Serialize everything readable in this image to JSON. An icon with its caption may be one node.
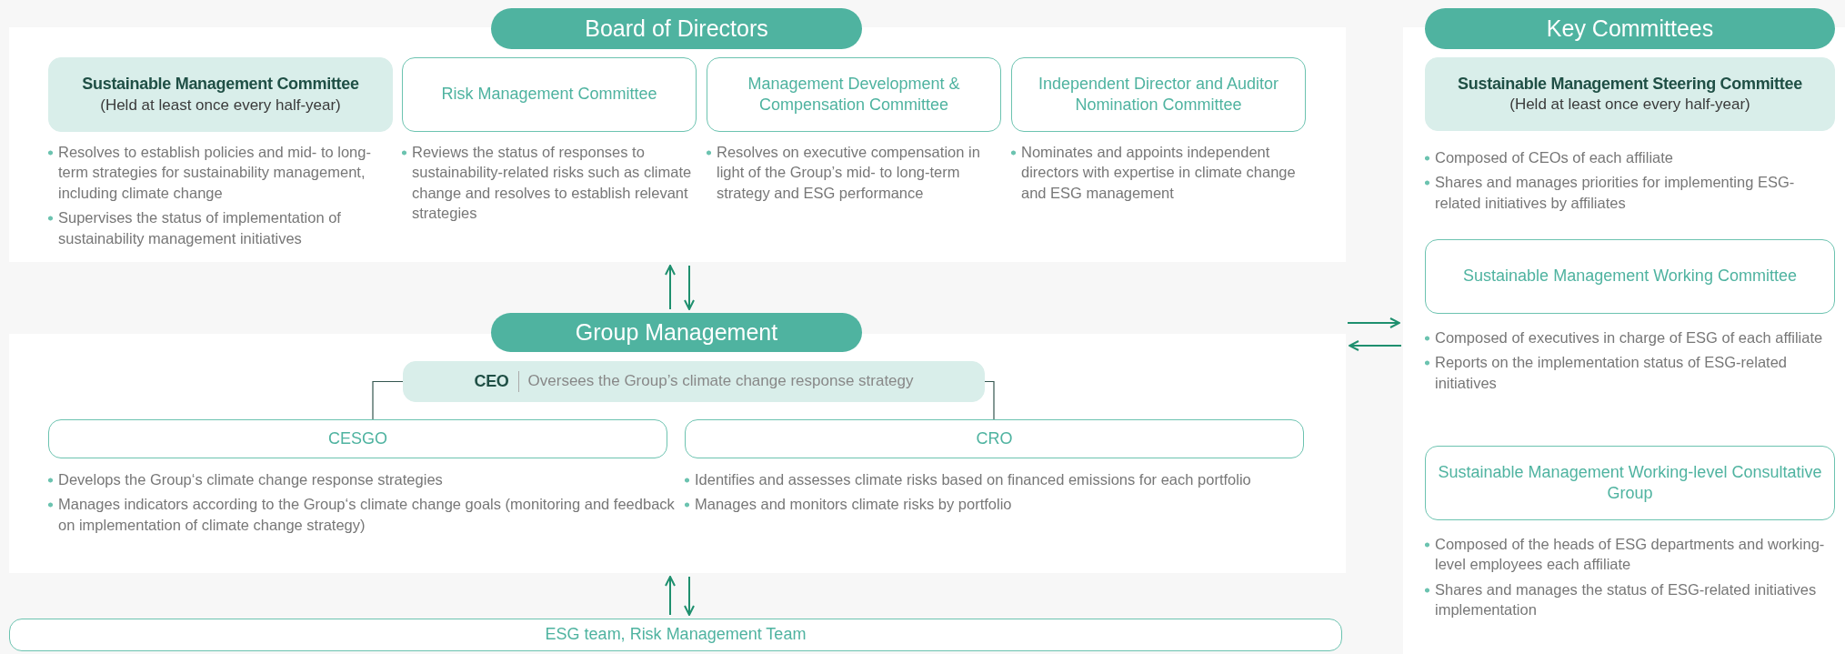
{
  "diagram": {
    "nodes": [
      {
        "text": [
          "Board of Directors"
        ]
      },
      {
        "text": [
          "Sustainable Management Committee",
          "(Held at least once every half-year)"
        ],
        "in": 0,
        "beside": [
          "Resolves to establish policies and mid- to long-term strategies for sustainability management, including climate change",
          "Supervises the status of implementation of sustainability management initiatives"
        ]
      },
      {
        "text": [
          "Risk Management Committee"
        ],
        "in": 0,
        "beside": [
          "Reviews the status of responses to sustainability-related risks such as climate change and resolves to establish relevant strategies"
        ]
      },
      {
        "text": [
          "Management Development & Compensation Committee"
        ],
        "in": 0,
        "beside": [
          "Resolves on executive compensation in light of the Group’s mid- to long-term strategy and ESG performance"
        ]
      },
      {
        "text": [
          "Independent Director and Auditor Nomination Committee"
        ],
        "in": 0,
        "beside": [
          "Nominates and appoints independent directors with expertise in climate change and ESG management"
        ]
      },
      {
        "text": [
          "Group Management"
        ]
      },
      {
        "text": [
          "CEO",
          "Oversees the Group’s climate change response strategy"
        ],
        "in": 5
      },
      {
        "text": [
          "CESGO"
        ],
        "in": 5,
        "beside": [
          "Develops the Group‘s climate change response strategies",
          "Manages indicators according to the Group‘s climate change goals (monitoring and feedback on implementation of climate change strategy)"
        ]
      },
      {
        "text": [
          "CRO"
        ],
        "in": 5,
        "beside": [
          "Identifies and assesses climate risks based on financed emissions for each portfolio",
          "Manages and monitors climate risks by portfolio"
        ]
      },
      {
        "text": [
          "ESG team, Risk Management Team"
        ]
      },
      {
        "text": [
          "Key Committees"
        ]
      },
      {
        "text": [
          "Sustainable Management Steering Committee",
          "(Held at least once every half-year)"
        ],
        "in": 10,
        "beside": [
          "Composed of CEOs of each affiliate",
          "Shares and manages priorities for implementing ESG-related initiatives by affiliates"
        ]
      },
      {
        "text": [
          "Sustainable Management Working Committee"
        ],
        "in": 10,
        "beside": [
          "Composed of executives in charge of ESG of each affiliate",
          "Reports on the implementation status of ESG-related initiatives"
        ]
      },
      {
        "text": [
          "Sustainable Management Working-level Consultative Group"
        ],
        "in": 10,
        "beside": [
          "Composed of the heads of ESG departments and working-level employees each affiliate",
          "Shares and manages the status of ESG-related initiatives implementation"
        ]
      }
    ],
    "edges": [
      {
        "from": 5,
        "to": 0,
        "arrow": "to"
      },
      {
        "from": 0,
        "to": 5,
        "arrow": "to"
      },
      {
        "from": 6,
        "to": 7,
        "arrow": "none",
        "color": "#34564f"
      },
      {
        "from": 6,
        "to": 8,
        "arrow": "none",
        "color": "#34564f"
      },
      {
        "from": 9,
        "to": 5,
        "arrow": "to"
      },
      {
        "from": 5,
        "to": 9,
        "arrow": "to"
      },
      {
        "from": 5,
        "to": 10,
        "arrow": "to"
      },
      {
        "from": 10,
        "to": 5,
        "arrow": "to"
      }
    ]
  }
}
